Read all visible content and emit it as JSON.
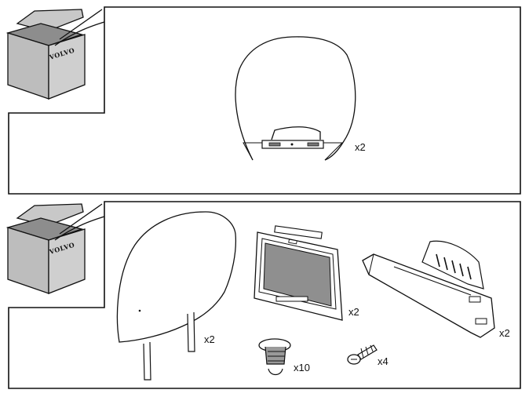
{
  "box_brand": "VOLVO",
  "panels": [
    {
      "items": [
        {
          "name": "headrest-cover",
          "qty": "x2"
        }
      ]
    },
    {
      "items": [
        {
          "name": "headrest",
          "qty": "x2"
        },
        {
          "name": "display-screen",
          "qty": "x2"
        },
        {
          "name": "display-bracket",
          "qty": "x2"
        },
        {
          "name": "expanding-clip",
          "qty": "x10"
        },
        {
          "name": "screw",
          "qty": "x4"
        }
      ]
    }
  ],
  "colors": {
    "line": "#111111",
    "box_fill": "#c8c8c8",
    "box_dark": "#a9a9a9",
    "screen": "#8f8f8f"
  }
}
